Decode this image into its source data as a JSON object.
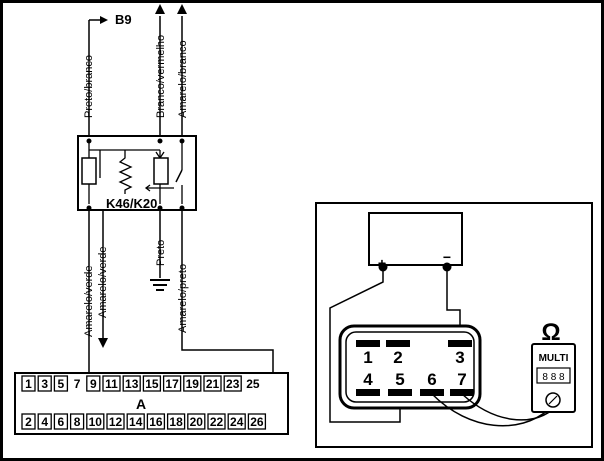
{
  "relay": {
    "name": "K46/K20"
  },
  "wires": {
    "top_left": "Preto/branco",
    "top_mid": "Branco/vermelho",
    "top_right": "Amarelo/branco",
    "bottom_left": "Amarelo/verde",
    "bottom_left2": "Amarelo/verde",
    "bottom_mid": "Preto",
    "bottom_right": "Amarelo/preto"
  },
  "destination": "B9",
  "connector_a": {
    "label": "A",
    "top_row": [
      "1",
      "3",
      "5",
      "7",
      "9",
      "11",
      "13",
      "15",
      "17",
      "19",
      "21",
      "23",
      "25"
    ],
    "bottom_row": [
      "2",
      "4",
      "6",
      "8",
      "10",
      "12",
      "14",
      "16",
      "18",
      "20",
      "22",
      "24",
      "26"
    ],
    "boxed_top": [
      true,
      true,
      true,
      false,
      true,
      true,
      true,
      true,
      true,
      true,
      true,
      true,
      false
    ],
    "boxed_bottom": [
      true,
      true,
      true,
      true,
      true,
      true,
      true,
      true,
      true,
      true,
      true,
      true,
      true
    ]
  },
  "test_connector": {
    "pins_top": [
      "1",
      "2",
      "3"
    ],
    "pins_bottom": [
      "4",
      "5",
      "6",
      "7"
    ]
  },
  "battery": {
    "plus": "+",
    "minus": "−"
  },
  "multimeter": {
    "symbol": "Ω",
    "label": "MULTI",
    "display": "8 8 8"
  }
}
